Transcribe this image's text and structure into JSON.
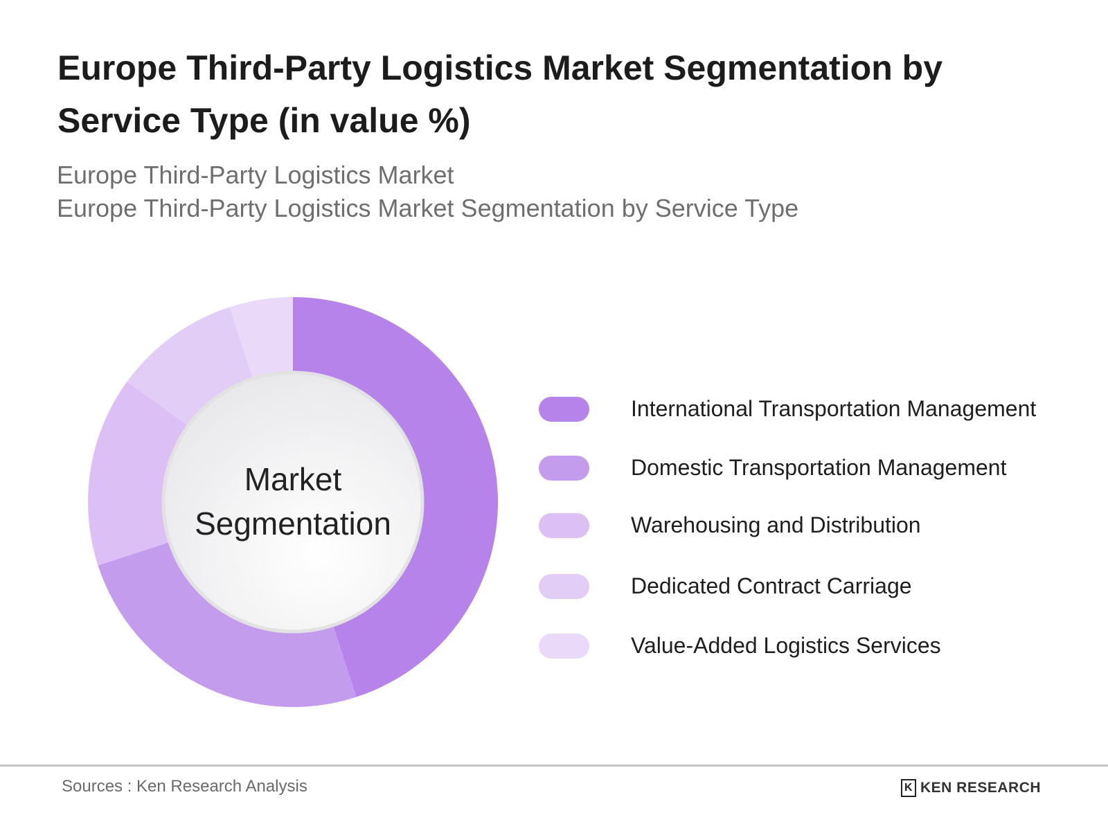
{
  "title": "Europe Third-Party Logistics Market Segmentation by Service Type (in value %)",
  "subtitle_1": "Europe Third-Party Logistics Market",
  "subtitle_2": "Europe Third-Party Logistics Market Segmentation by Service Type",
  "center_label_1": "Market",
  "center_label_2": "Segmentation",
  "chart_data": {
    "type": "pie",
    "variant": "donut",
    "title": "Europe Third-Party Logistics Market Segmentation by Service Type (in value %)",
    "categories": [
      "International Transportation Management",
      "Domestic Transportation Management",
      "Warehousing and Distribution",
      "Dedicated Contract Carriage",
      "Value-Added Logistics Services"
    ],
    "values": [
      45,
      25,
      15,
      10,
      5
    ],
    "colors": [
      "#b583ea",
      "#c49cee",
      "#dcbff5",
      "#e2cdf6",
      "#ead9f8"
    ],
    "legend_position": "right"
  },
  "footer": {
    "sources": "Sources : Ken Research Analysis",
    "logo_text": "KEN RESEARCH"
  }
}
